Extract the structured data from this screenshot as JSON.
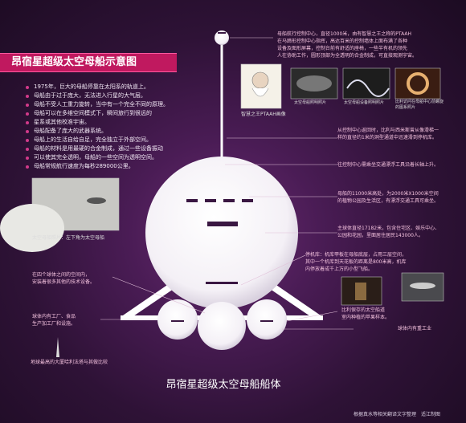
{
  "title": "昂宿星超级太空母船示意图",
  "bullets": [
    "1975年，巨大的母船停靠在太阳系的轨道上。",
    "母船由于过于庞大，无法进入行星的大气层。",
    "母船不受人工重力旋转，当中有一个完全不同的原理。",
    "母船可以在多维空间模式下，瞬间旅行到很远的",
    "星系或其他校准宇宙。",
    "母船配备了庞大的武器系统。",
    "母船上的生活自给自足，完全独立于外部空间。",
    "母船的材料是用最硬的合金制成，通过一些设备振动",
    "可以使其完全透明，母船的一些空间为透明空间。",
    "母船常规航行速度为每秒289000公里。"
  ],
  "top_note": [
    "母船航行控制中心，直径1000米，由有智慧之王之称的PTAAH",
    "在马蹄形控制中心指挥，高达百米的控制墙体上面布满了各种",
    "设备及图形屏幕，控制台前有舒适的座椅，一些半有机的领先",
    "人在协助工作，圆形顶部为全透明的合金制成，可直接观测宇宙。"
  ],
  "ptaah_caption": "智慧之王PTAAH画像",
  "photo_captions": [
    "太空母船照明照片",
    "太空母船设备照明照片",
    "比利访问在母船中心前螺旋的图系照片"
  ],
  "right_notes": [
    [
      "从控制中心返回时，比利与西米斯曾从像滑梯一",
      "样的直径约1米的洞型通道中迅速滑到停机库。"
    ],
    [
      "往控制中心需乘坐交通漂浮工具沿着长轴上升。"
    ],
    [
      "母船的11000米高处，为2000米X1000米空间",
      "的植物公园及生活区，有漂浮交通工具可乘坐。"
    ],
    [
      "主球体直径17182米，包含住宅区、娱乐中心、",
      "公园和花园，里面居住居民143000人。"
    ],
    [
      "停机库：机库甲板在母船底层，占用三层空间，",
      "其中一个机库到天花板的距离是800米高，机库",
      "内停放着成千上万的小型飞船。"
    ],
    [
      "比利保存的太空船道",
      "室内种植的苹果样本。"
    ],
    [
      "球体内有重工业"
    ]
  ],
  "left_notes": {
    "photo_caption": "太空母船照片：左下角为太空母船",
    "sphere_note": [
      "在四个球体之间的空间内，",
      "安装着很多其他的技术设备。"
    ],
    "factory_note": [
      "球体内有工厂、食品",
      "生产加工厂和设施。"
    ],
    "tower_note": "地球最高的大厦哈利法塔与其做比较"
  },
  "bottom_caption": "昂宿星超级太空母船船体",
  "source": "根据真水等相关翻译文字整理　适江制图",
  "colors": {
    "accent": "#c0195f",
    "ship": "#ffffff",
    "background": "#3a1742"
  }
}
